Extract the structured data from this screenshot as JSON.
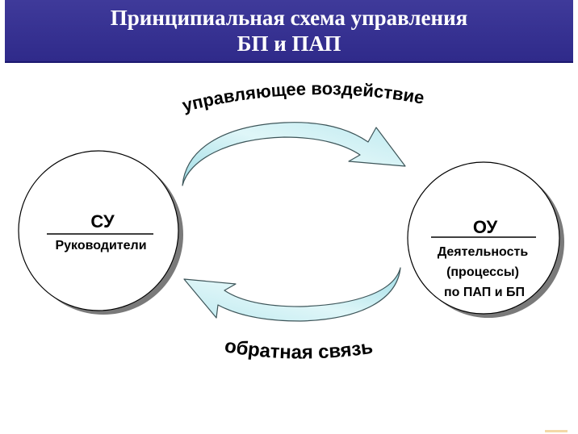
{
  "title": {
    "line1": "Принципиальная схема управления",
    "line2": "БП и ПАП"
  },
  "edges": {
    "top_label": "управляющее воздействие",
    "bottom_label": "обратная связь"
  },
  "nodes": {
    "left": {
      "abbr": "СУ",
      "text": "Руководители"
    },
    "right": {
      "abbr": "ОУ",
      "line1": "Деятельность",
      "line2": "(процессы)",
      "line3": "по ПАП и БП"
    }
  },
  "colors": {
    "title_bg": "#3a3594",
    "arrow_light": "#dff6f8",
    "arrow_mid": "#9fdde6",
    "arrow_dark": "#446066"
  }
}
